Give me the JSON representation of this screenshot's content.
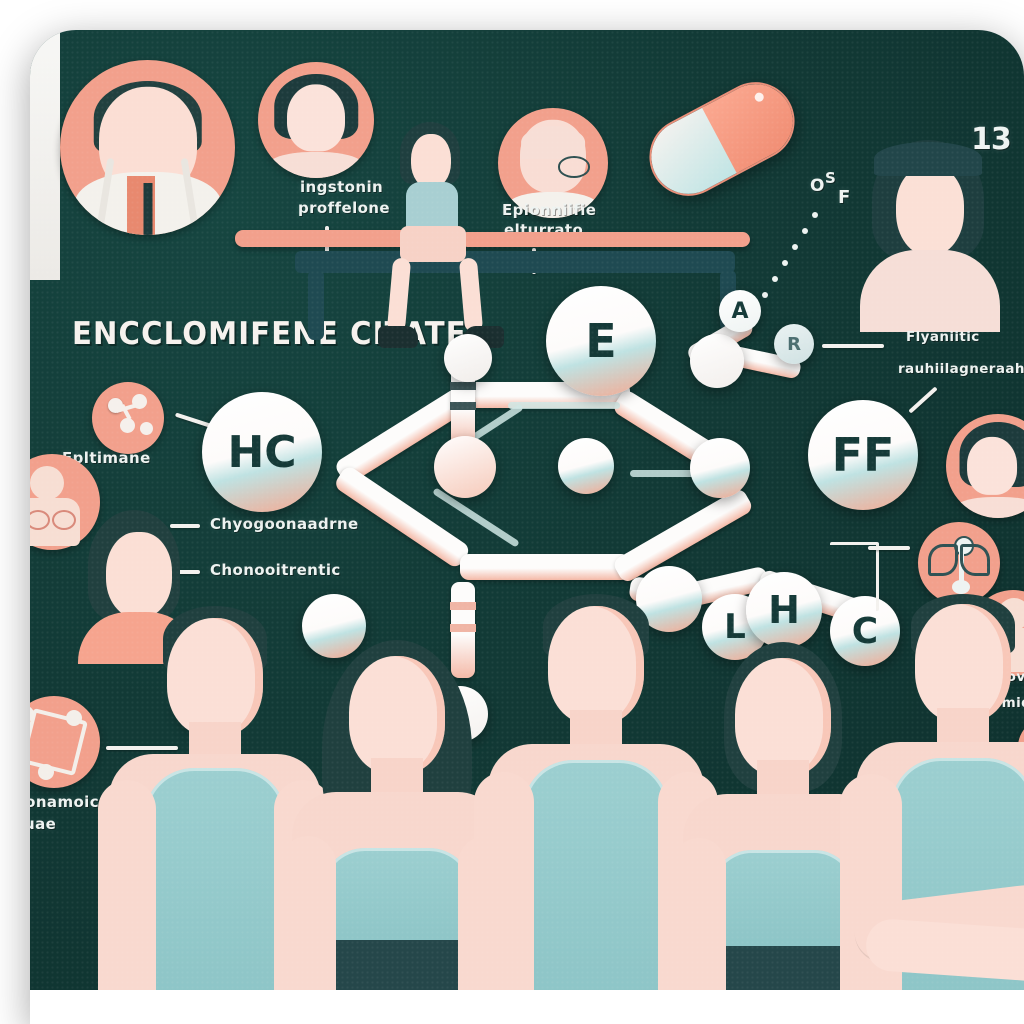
{
  "poster": {
    "title": "ENCCLOMIFENE CITATE",
    "background_color": "#123a36",
    "accent_color": "#f2a08c",
    "text_color": "#eef3f1",
    "teal_apparel_color": "#9ccfd0"
  },
  "callout_labels": [
    {
      "id": "label-top-left-avatar",
      "text_line1": "ingstonin",
      "text_line2": "proffelone"
    },
    {
      "id": "label-top-right-avatar",
      "text_line1": "Epionniifie",
      "text_line2": "elturrato"
    },
    {
      "id": "label-molecule-icon",
      "text_line1": "Epltimane",
      "text_line2": ""
    },
    {
      "id": "label-hypogonadism",
      "text_line1": "Chyogoonaadrne",
      "text_line2": ""
    },
    {
      "id": "label-gonadotropic",
      "text_line1": "Chonooitrentic",
      "text_line2": ""
    },
    {
      "id": "label-right-upper",
      "text_line1": "Flyaniitic",
      "text_line2": "rauhiilagneraahymm"
    },
    {
      "id": "label-right-lower",
      "text_line1": "Erovainn",
      "text_line2": "demiduin"
    },
    {
      "id": "label-bottom-left",
      "text_line1": "gonamoic",
      "text_line2": "uae"
    },
    {
      "id": "label-bottom-right-mini",
      "text_line1": "mi",
      "text_line2": ""
    }
  ],
  "floating_text": {
    "number_badge": "13",
    "scatter_chars": [
      "O",
      "S",
      "F"
    ]
  },
  "molecule": {
    "atom_labels_large": [
      "HC",
      "E",
      "FF"
    ],
    "atom_labels_small": [
      "A",
      "R"
    ],
    "chain_labels": [
      "L",
      "H",
      "C"
    ]
  },
  "icons": [
    {
      "name": "doctor-avatar-icon",
      "depicts": "physician with stethoscope"
    },
    {
      "name": "woman-bob-avatar-icon",
      "depicts": "woman short hair portrait"
    },
    {
      "name": "bald-man-glasses-avatar-icon",
      "depicts": "older bald man with glasses"
    },
    {
      "name": "capsule-pill-icon",
      "depicts": "two-tone medicine capsule"
    },
    {
      "name": "molecule-node-icon",
      "depicts": "small molecule cluster"
    },
    {
      "name": "gynecomastia-icon",
      "depicts": "male torso illustration"
    },
    {
      "name": "benzene-ring-icon",
      "depicts": "hexagonal ring molecule"
    },
    {
      "name": "reproductive-anatomy-icon",
      "depicts": "reproductive organs diagram"
    },
    {
      "name": "muscular-man-icon",
      "depicts": "flexing muscular figure"
    },
    {
      "name": "bench-press-icon",
      "depicts": "athlete seated on weight bench"
    }
  ],
  "bottom_figures": [
    {
      "name": "athlete-male-1",
      "apparel": "teal tank top"
    },
    {
      "name": "athlete-female-1",
      "apparel": "teal sports bra"
    },
    {
      "name": "athlete-male-2",
      "apparel": "teal tank top"
    },
    {
      "name": "athlete-female-2",
      "apparel": "teal sports bra"
    },
    {
      "name": "athlete-male-3",
      "apparel": "teal tank top, arms crossed"
    }
  ]
}
